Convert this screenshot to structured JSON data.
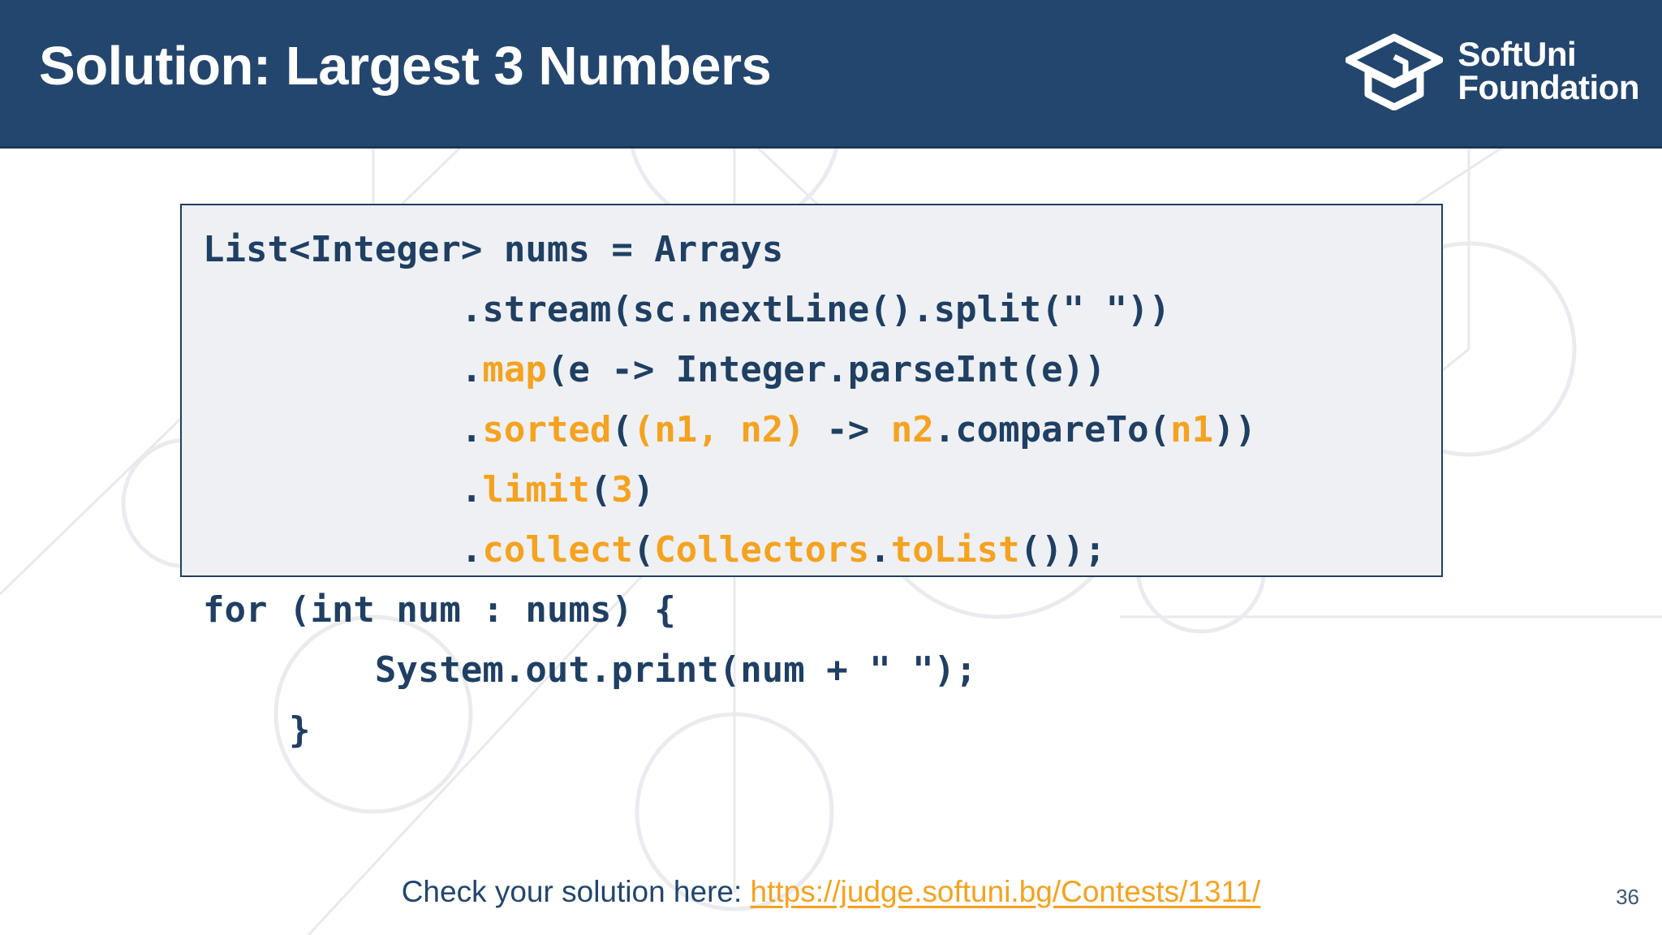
{
  "header": {
    "title": "Solution: Largest 3 Numbers",
    "background_color": "#23466e",
    "logo": {
      "icon_name": "graduation-cap-icon",
      "line1": "SoftUni",
      "line2": "Foundation"
    }
  },
  "colors": {
    "navy": "#1f3f63",
    "header_navy": "#23466e",
    "orange": "#f5a21e",
    "code_bg": "#eef0f4",
    "page_bg": "#ffffff"
  },
  "code_block": {
    "language": "java",
    "full_text": "List<Integer> nums = Arrays\n            .stream(sc.nextLine().split(\" \"))\n            .map(e -> Integer.parseInt(e))\n            .sorted((n1, n2) -> n2.compareTo(n1))\n            .limit(3)\n            .collect(Collectors.toList());\nfor (int num : nums) {\n        System.out.print(num + \" \");\n    }",
    "lines": [
      {
        "tokens": [
          {
            "text": "List<Integer> nums = Arrays",
            "color": "navy"
          }
        ]
      },
      {
        "tokens": [
          {
            "text": "            .stream(sc.nextLine().split(\" \"))",
            "color": "navy"
          }
        ]
      },
      {
        "tokens": [
          {
            "text": "            .",
            "color": "navy"
          },
          {
            "text": "map",
            "color": "orange"
          },
          {
            "text": "(e -> Integer.parseInt(e))",
            "color": "navy"
          }
        ]
      },
      {
        "tokens": [
          {
            "text": "            .",
            "color": "navy"
          },
          {
            "text": "sorted",
            "color": "orange"
          },
          {
            "text": "(",
            "color": "navy"
          },
          {
            "text": "(n1, n2)",
            "color": "orange"
          },
          {
            "text": " -> ",
            "color": "navy"
          },
          {
            "text": "n2",
            "color": "orange"
          },
          {
            "text": ".compareTo(",
            "color": "navy"
          },
          {
            "text": "n1",
            "color": "orange"
          },
          {
            "text": "))",
            "color": "navy"
          }
        ]
      },
      {
        "tokens": [
          {
            "text": "            .",
            "color": "navy"
          },
          {
            "text": "limit",
            "color": "orange"
          },
          {
            "text": "(",
            "color": "navy"
          },
          {
            "text": "3",
            "color": "orange"
          },
          {
            "text": ")",
            "color": "navy"
          }
        ]
      },
      {
        "tokens": [
          {
            "text": "            .",
            "color": "navy"
          },
          {
            "text": "collect",
            "color": "orange"
          },
          {
            "text": "(",
            "color": "navy"
          },
          {
            "text": "Collectors",
            "color": "orange"
          },
          {
            "text": ".",
            "color": "navy"
          },
          {
            "text": "toList",
            "color": "orange"
          },
          {
            "text": "());",
            "color": "navy"
          }
        ]
      },
      {
        "tokens": [
          {
            "text": "for (int num : nums) {",
            "color": "navy"
          }
        ]
      },
      {
        "tokens": [
          {
            "text": "        System.out.print(num + \" \");",
            "color": "navy"
          }
        ]
      },
      {
        "tokens": [
          {
            "text": "    }",
            "color": "navy"
          }
        ]
      }
    ]
  },
  "footer": {
    "prompt": "Check your solution here: ",
    "link_text": "https://judge.softuni.bg/Contests/1311/"
  },
  "slide_number": "36"
}
